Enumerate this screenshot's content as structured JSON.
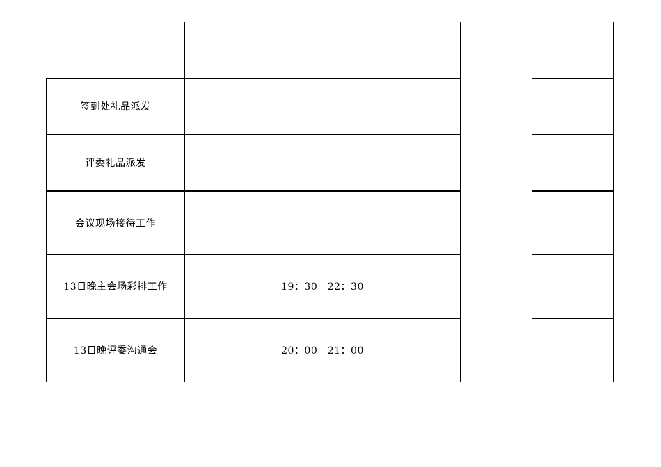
{
  "table": {
    "rows": [
      {
        "task": "",
        "time": ""
      },
      {
        "task": "签到处礼品派发",
        "time": ""
      },
      {
        "task": "评委礼品派发",
        "time": ""
      },
      {
        "task": "会议现场接待工作",
        "time": ""
      },
      {
        "task": "13日晚主会场彩排工作",
        "time": "19：30－22：30"
      },
      {
        "task": "13日晚评委沟通会",
        "time": "20：00－21：00"
      }
    ]
  }
}
